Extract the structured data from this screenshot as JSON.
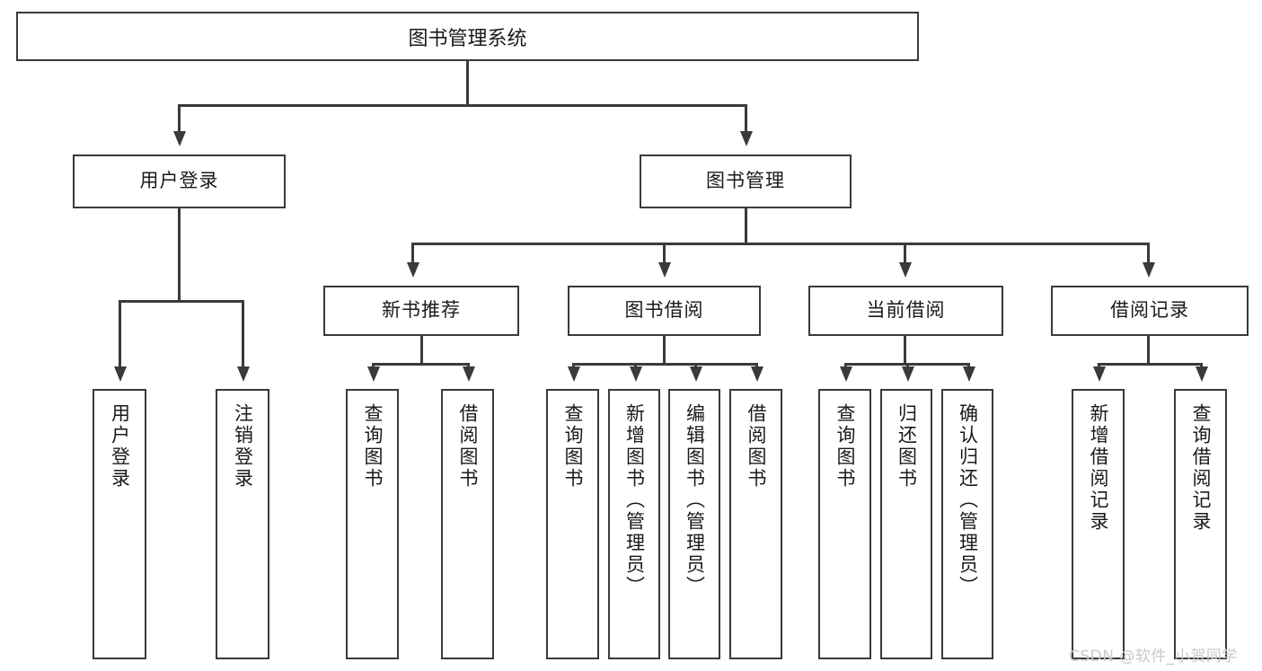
{
  "diagram": {
    "type": "tree",
    "title": "图书管理系统",
    "root": {
      "label": "图书管理系统"
    },
    "level1": [
      {
        "label": "用户登录"
      },
      {
        "label": "图书管理"
      }
    ],
    "level2": [
      {
        "label": "新书推荐"
      },
      {
        "label": "图书借阅"
      },
      {
        "label": "当前借阅"
      },
      {
        "label": "借阅记录"
      }
    ],
    "leaves": {
      "user_login": [
        {
          "label": "用户登录"
        },
        {
          "label": "注销登录"
        }
      ],
      "new_book_recommend": [
        {
          "label": "查询图书"
        },
        {
          "label": "借阅图书"
        }
      ],
      "book_borrow": [
        {
          "label": "查询图书"
        },
        {
          "label": "新增图书（管理员）"
        },
        {
          "label": "编辑图书（管理员）"
        },
        {
          "label": "借阅图书"
        }
      ],
      "current_borrow": [
        {
          "label": "查询图书"
        },
        {
          "label": "归还图书"
        },
        {
          "label": "确认归还（管理员）"
        }
      ],
      "borrow_record": [
        {
          "label": "新增借阅记录"
        },
        {
          "label": "查询借阅记录"
        }
      ]
    }
  },
  "watermark": {
    "text": "CSDN @软件_小贺同学"
  },
  "colors": {
    "border": "#3a3a3a",
    "background": "#ffffff",
    "text": "#1a1a1a",
    "watermark": "#c9c9c9"
  }
}
